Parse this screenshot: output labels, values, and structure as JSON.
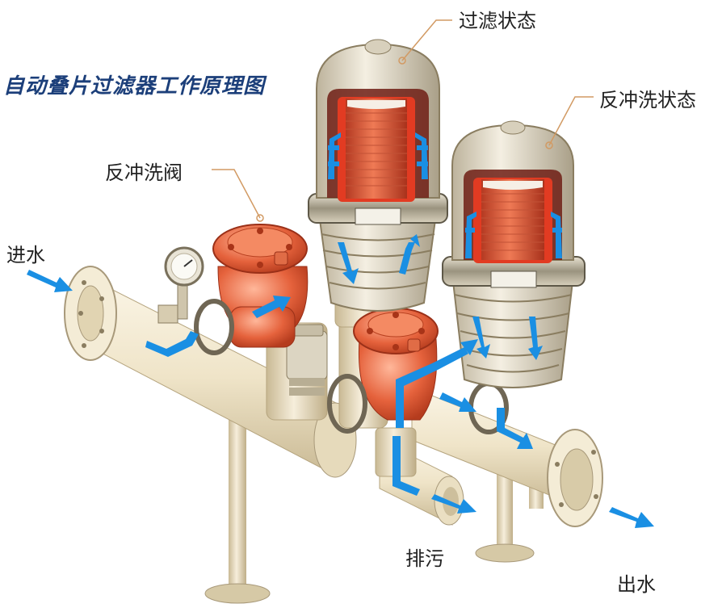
{
  "title": "自动叠片过滤器工作原理图",
  "labels": {
    "filtering_state": "过滤状态",
    "backwash_state": "反冲洗状态",
    "backwash_valve": "反冲洗阀",
    "water_inlet": "进水",
    "drain": "排污",
    "water_outlet": "出水"
  },
  "colors": {
    "title": "#1c3f7a",
    "pipe": "#efe4c8",
    "pipe_shade": "#c9b994",
    "valve": "#e5623c",
    "filter_element": "#d9573a",
    "flow_arrow": "#1a8fe3",
    "leader_line": "#d29a63"
  }
}
